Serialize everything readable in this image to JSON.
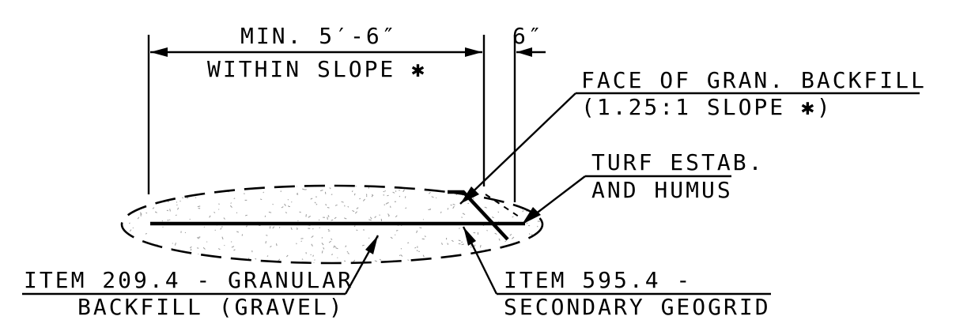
{
  "labels": {
    "min_dim": "MIN. 5′-6″",
    "within_slope": "WITHIN SLOPE ✱",
    "six_in": "6″",
    "face_line1": "FACE OF GRAN. BACKFILL",
    "face_line2": "(1.25:1 SLOPE ✱)",
    "turf_line1": "TURF ESTAB.",
    "turf_line2": "AND HUMUS",
    "item209_line1": "ITEM 209.4 - GRANULAR",
    "item209_line2": "BACKFILL (GRAVEL)",
    "item595_line1": "ITEM 595.4 -",
    "item595_line2": "SECONDARY GEOGRID"
  },
  "colors": {
    "ink": "#000000",
    "background": "#ffffff",
    "stipple": "#9a9a9a"
  }
}
